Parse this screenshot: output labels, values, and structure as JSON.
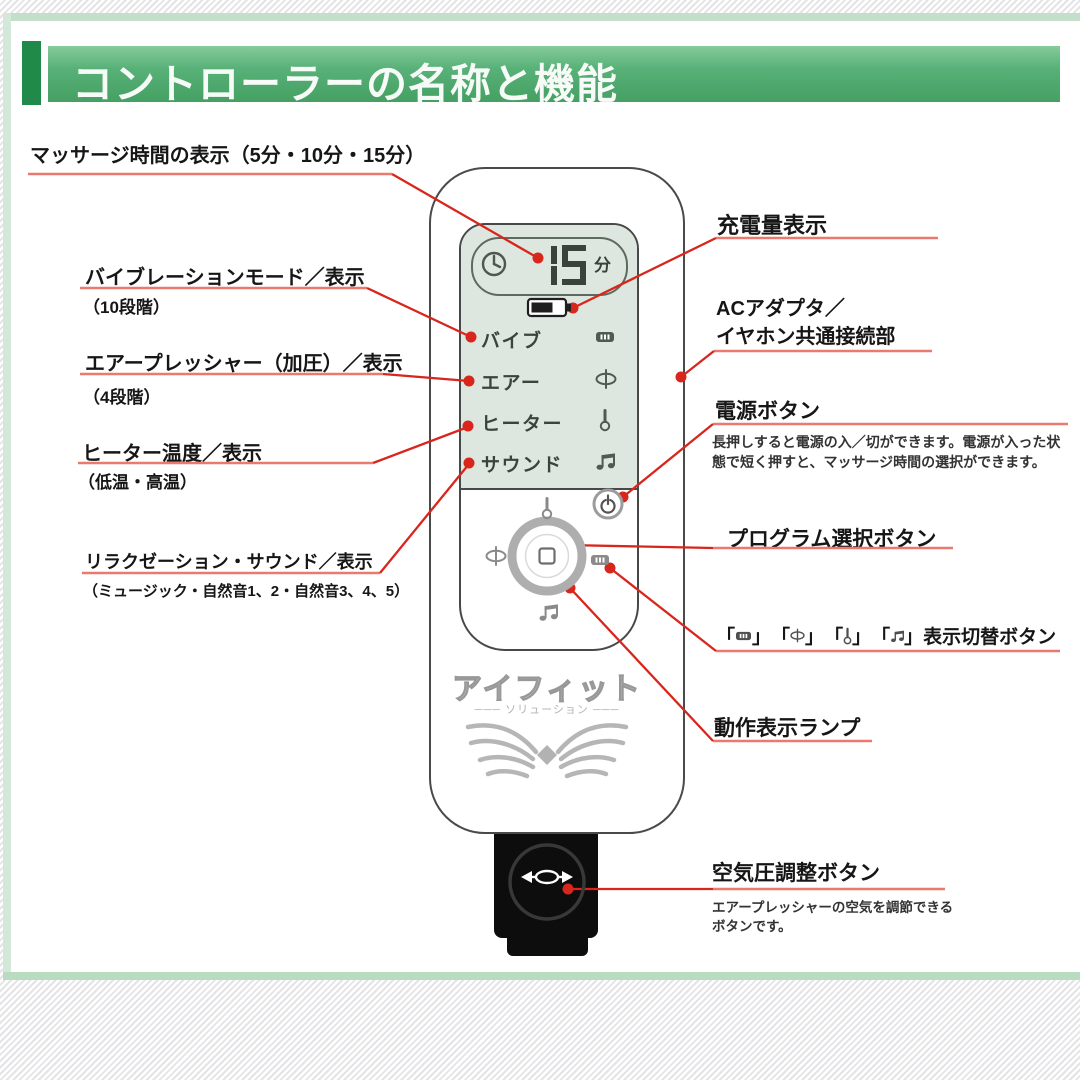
{
  "header": {
    "title": "コントローラーの名称と機能"
  },
  "callouts": {
    "massage_time": {
      "title": "マッサージ時間の表示（5分・10分・15分）"
    },
    "vibration_mode": {
      "title": "バイブレーションモード／表示",
      "sub": "（10段階）"
    },
    "air_pressure": {
      "title": "エアープレッシャー（加圧）／表示",
      "sub": "（4段階）"
    },
    "heater_temp": {
      "title": "ヒーター温度／表示",
      "sub": "（低温・高温）"
    },
    "relaxation_sound": {
      "title": "リラクゼーション・サウンド／表示",
      "sub": "（ミュージック・自然音1、2・自然音3、4、5）"
    },
    "charge_level": {
      "title": "充電量表示"
    },
    "ac_adapter": {
      "title_line1": "ACアダプタ／",
      "title_line2": "イヤホン共通接続部"
    },
    "power_button": {
      "title": "電源ボタン",
      "desc_line1": "長押しすると電源の入／切ができます。電源が入った状",
      "desc_line2": "態で短く押すと、マッサージ時間の選択ができます。"
    },
    "program_select": {
      "title": "プログラム選択ボタン"
    },
    "display_switch": {
      "bracket_open": "「",
      "bracket_close": "」",
      "suffix": "表示切替ボタン",
      "icons": [
        "vibration-icon",
        "air-icon",
        "heater-icon",
        "music-icon"
      ]
    },
    "operation_lamp": {
      "title": "動作表示ランプ"
    },
    "air_adjust": {
      "title": "空気圧調整ボタン",
      "desc_line1": "エアープレッシャーの空気を調節できる",
      "desc_line2": "ボタンです。"
    }
  },
  "remote": {
    "time_value": "15",
    "time_unit": "分",
    "rows": [
      {
        "label": "バイブ",
        "icon": "vibration-icon"
      },
      {
        "label": "エアー",
        "icon": "air-icon"
      },
      {
        "label": "ヒーター",
        "icon": "heater-icon"
      },
      {
        "label": "サウンド",
        "icon": "music-icon"
      }
    ],
    "logo": {
      "name": "アイフィット",
      "sub": "─── ソリューション ───"
    }
  },
  "colors": {
    "header_green": "#47a365",
    "header_dark_green": "#1f8a4a",
    "callout_red": "#d8261c",
    "underline_red": "#ea7a70",
    "screen_bg": "#dde7e0"
  }
}
